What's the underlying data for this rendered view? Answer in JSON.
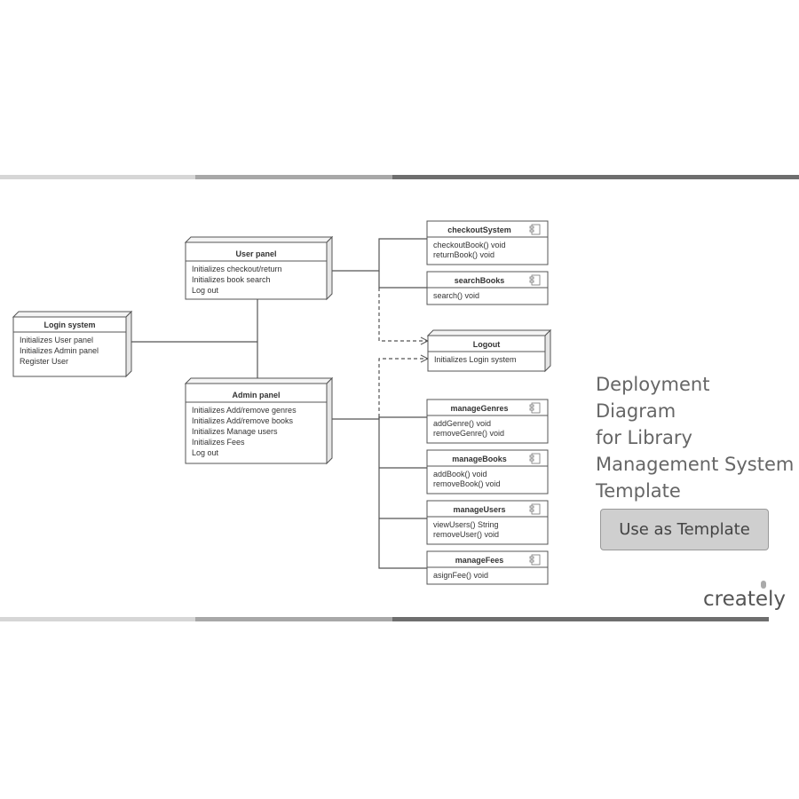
{
  "colors": {
    "bar_light": "#d6d6d6",
    "bar_mid": "#a8a8a8",
    "bar_dark": "#6e6e6e",
    "node_stroke": "#555555",
    "node_fill": "#ffffff",
    "connector": "#555555"
  },
  "nodes": [
    {
      "title": "Login system",
      "lines": [
        "Initializes User panel",
        "Initializes Admin panel",
        "Register User"
      ]
    },
    {
      "title": "User panel",
      "lines": [
        "Initializes checkout/return",
        "Initializes book search",
        "Log out"
      ]
    },
    {
      "title": "Admin panel",
      "lines": [
        "Initializes Add/remove genres",
        "Initializes Add/remove books",
        "Initializes Manage users",
        "Initializes Fees",
        "Log out"
      ]
    },
    {
      "title": "Logout",
      "lines": [
        "Initializes Login system"
      ]
    }
  ],
  "components": [
    {
      "title": "checkoutSystem",
      "lines": [
        "checkoutBook() void",
        "returnBook() void"
      ]
    },
    {
      "title": "searchBooks",
      "lines": [
        "search() void"
      ]
    },
    {
      "title": "manageGenres",
      "lines": [
        "addGenre() void",
        "removeGenre() void"
      ]
    },
    {
      "title": "manageBooks",
      "lines": [
        "addBook() void",
        "removeBook() void"
      ]
    },
    {
      "title": "manageUsers",
      "lines": [
        "viewUsers() String",
        "removeUser() void"
      ]
    },
    {
      "title": "manageFees",
      "lines": [
        "asignFee() void"
      ]
    }
  ],
  "side_title": "Deployment Diagram\nfor Library\nManagement System\nTemplate",
  "button_label": "Use as Template",
  "logo": {
    "text": "creately",
    "icon": "lightbulb-icon"
  }
}
